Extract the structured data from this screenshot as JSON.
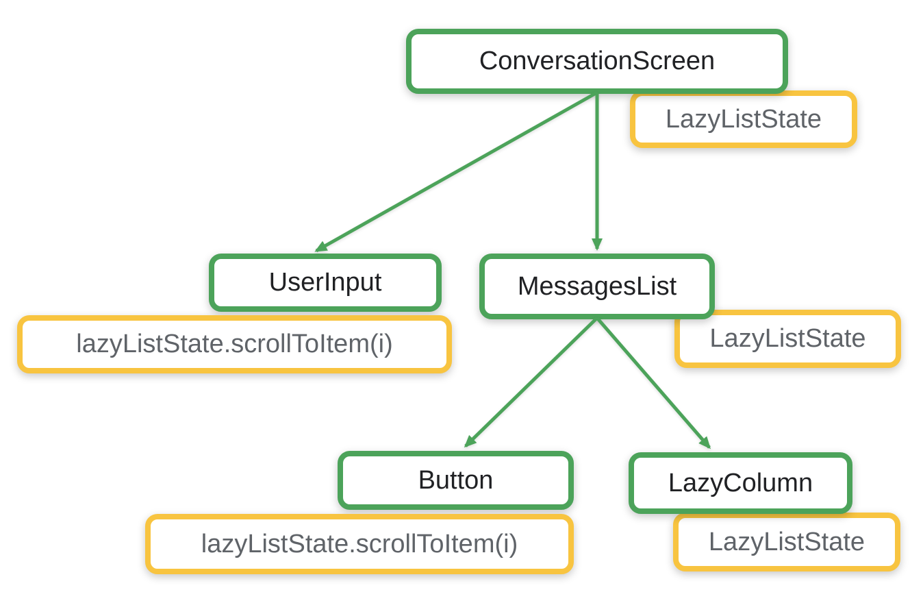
{
  "colors": {
    "node_border_green": "#4CA35A",
    "state_border_yellow": "#F8C440",
    "node_text": "#202124",
    "state_text": "#5F6368",
    "background": "#FFFFFF"
  },
  "diagram": {
    "type": "tree",
    "nodes": {
      "conversation": {
        "label": "ConversationScreen"
      },
      "userInput": {
        "label": "UserInput"
      },
      "messagesList": {
        "label": "MessagesList"
      },
      "button": {
        "label": "Button"
      },
      "lazyColumn": {
        "label": "LazyColumn"
      }
    },
    "states": {
      "conversationState": {
        "label": "LazyListState",
        "attached_to": "ConversationScreen"
      },
      "userInputCall": {
        "label": "lazyListState.scrollToItem(i)",
        "attached_to": "UserInput"
      },
      "messagesListState": {
        "label": "LazyListState",
        "attached_to": "MessagesList"
      },
      "buttonCall": {
        "label": "lazyListState.scrollToItem(i)",
        "attached_to": "Button"
      },
      "lazyColumnState": {
        "label": "LazyListState",
        "attached_to": "LazyColumn"
      }
    },
    "edges": [
      {
        "from": "ConversationScreen",
        "to": "UserInput"
      },
      {
        "from": "ConversationScreen",
        "to": "MessagesList"
      },
      {
        "from": "MessagesList",
        "to": "Button"
      },
      {
        "from": "MessagesList",
        "to": "LazyColumn"
      }
    ]
  }
}
